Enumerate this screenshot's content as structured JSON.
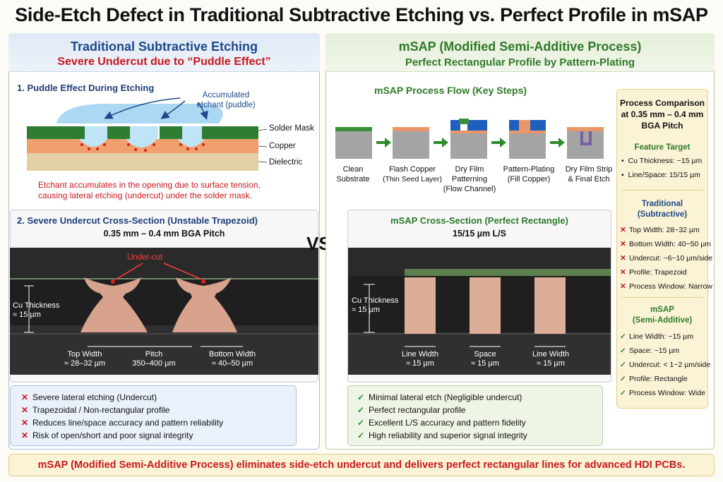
{
  "title": "Side-Etch Defect in Traditional Subtractive Etching vs. Perfect Profile in mSAP",
  "left": {
    "heading": "Traditional Subtractive Etching",
    "subheading": "Severe Undercut due to “Puddle Effect”",
    "section1_title": "1.  Puddle Effect During Etching",
    "puddle_label_1": "Accumulated",
    "puddle_label_2": "etchant (puddle)",
    "layer_solder": "Solder Mask",
    "layer_copper": "Copper",
    "layer_dielectric": "Dielectric",
    "etch_note_1": "Etchant accumulates in the opening due to surface tension,",
    "etch_note_2": "causing lateral etching (undercut) under the solder mask.",
    "section2_title": "2.  Severe Undercut Cross-Section (Unstable Trapezoid)",
    "section2_pitch": "0.35 mm – 0.4 mm BGA Pitch",
    "undercut_label": "Under-cut",
    "cu_thickness_1": "Cu Thickness",
    "cu_thickness_2": "≈ 15 µm",
    "top_width_1": "Top Width",
    "top_width_2": "≈ 28–32 µm",
    "pitch_1": "Pitch",
    "pitch_2": "350–400 µm",
    "bottom_width_1": "Bottom Width",
    "bottom_width_2": "≈ 40–50 µm",
    "bullets": [
      "Severe lateral etching (Undercut)",
      "Trapezoidal / Non-rectangular profile",
      "Reduces line/space accuracy and pattern reliability",
      "Risk of open/short and poor signal integrity"
    ]
  },
  "vs": "VS.",
  "right": {
    "heading": "mSAP (Modified Semi-Additive Process)",
    "subheading": "Perfect Rectangular Profile by Pattern-Plating",
    "flow_title": "mSAP Process Flow (Key Steps)",
    "steps": [
      {
        "l1": "Clean",
        "l2": "Substrate",
        "l3": ""
      },
      {
        "l1": "Flash Copper",
        "l2": "(Thin Seed Layer)",
        "l3": ""
      },
      {
        "l1": "Dry Film",
        "l2": "Patterning",
        "l3": "(Flow Channel)"
      },
      {
        "l1": "Pattern-Plating",
        "l2": "(Fill Copper)",
        "l3": ""
      },
      {
        "l1": "Dry Film Strip",
        "l2": "& Final Etch",
        "l3": ""
      }
    ],
    "section_title": "mSAP Cross-Section (Perfect Rectangle)",
    "section_ls": "15/15 µm L/S",
    "cu_thickness_1": "Cu Thickness",
    "cu_thickness_2": "≈ 15 µm",
    "line_width_1": "Line Width",
    "line_width_2": "≈ 15 µm",
    "space_1": "Space",
    "space_2": "≈ 15 µm",
    "line_width_b1": "Line Width",
    "line_width_b2": "≈ 15 µm",
    "bullets": [
      "Minimal lateral etch (Negligible undercut)",
      "Perfect rectangular profile",
      "Excellent L/S accuracy and pattern fidelity",
      "High reliability and superior signal integrity"
    ]
  },
  "side": {
    "title_1": "Process Comparison",
    "title_2": "at 0.35 mm – 0.4 mm",
    "title_3": "BGA Pitch",
    "target_title": "Feature Target",
    "target_items": [
      "Cu Thickness: ~15 µm",
      "Line/Space: 15/15 µm"
    ],
    "trad_title_1": "Traditional",
    "trad_title_2": "(Subtractive)",
    "trad_items": [
      "Top Width: 28~32 µm",
      "Bottom Width: 40~50 µm",
      "Undercut: ~6~10 µm/side",
      "Profile: Trapezoid",
      "Process Window: Narrow"
    ],
    "msap_title_1": "mSAP",
    "msap_title_2": "(Semi-Additive)",
    "msap_items": [
      "Line Width: ~15 µm",
      "Space: ~15 µm",
      "Undercut: < 1~2 µm/side",
      "Profile: Rectangle",
      "Process Window: Wide"
    ]
  },
  "footer": "mSAP (Modified Semi-Additive Process) eliminates side-etch undercut and delivers perfect rectangular lines for advanced HDI PCBs.",
  "colors": {
    "red": "#c8191e",
    "blue": "#1e4a8a",
    "green": "#2f7a2a",
    "copper": "#e8966a",
    "solder": "#2e7d32"
  }
}
